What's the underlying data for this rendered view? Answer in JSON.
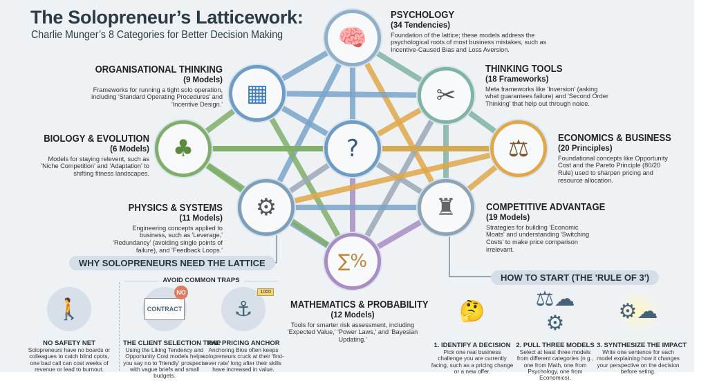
{
  "header": {
    "title": "The Solopreneur’s Latticework:",
    "subtitle": "Charlie Munger’s 8 Categories for Better Decision Making"
  },
  "categories": [
    {
      "key": "psychology",
      "title": "PSYCHOLOGY",
      "count": "(34 Tendencies)",
      "desc": "Foundation of the lattice; these models address the psychological roots of most business mistakes, such as Incentive-Caused Bias and Loss Aversion.",
      "icon": "brain-gears-icon",
      "color": "#8fb0c8"
    },
    {
      "key": "organisational",
      "title": "ORGANISATIONAL THINKING",
      "count": "(9 Models)",
      "desc": "Frameworks for running a tight solo operation, including 'Standard Operating Procedures' and 'Incentive Design.'",
      "icon": "flowchart-blueprint-icon",
      "color": "#6f9cc4"
    },
    {
      "key": "thinking",
      "title": "THINKING TOOLS",
      "count": "(18 Frameworks)",
      "desc": "Meta frameworks like 'Inversion' (asking what guarantees failure) and 'Second Order Thinking' that help out through noiee.",
      "icon": "tools-icon",
      "color": "#7fb3a4"
    },
    {
      "key": "biology",
      "title": "BIOLOGY & EVOLUTION",
      "count": "(6 Models)",
      "desc": "Models for staying relevent, such as 'Niche Competition' and 'Adaptation' to shifting fitness landscapes.",
      "icon": "tree-dna-icon",
      "color": "#7fae6a"
    },
    {
      "key": "economics",
      "title": "ECONOMICS & BUSINESS",
      "count": "(20 Principles)",
      "desc": "Foundational concepts like Opportunity Cost and the Pareto Principle (80/20 Rule) used to sharpen pricing and resource allocation.",
      "icon": "scales-icon",
      "color": "#e0a84a"
    },
    {
      "key": "physics",
      "title": "PHYSICS & SYSTEMS",
      "count": "(11 Models)",
      "desc": "Engineering concepts applied to business, such as 'Leverage,' 'Redundancy' (avoiding single points of failure), and 'Feedback Loops.'",
      "icon": "lever-gears-icon",
      "color": "#7f9fb8"
    },
    {
      "key": "competitive",
      "title": "COMPETITIVE ADVANTAGE",
      "count": "(19 Models)",
      "desc": "Strategies for building 'Economic Moats' and understanding 'Switching Costs' to make price comparison irrelevant.",
      "icon": "castle-icon",
      "color": "#8ea3b3"
    },
    {
      "key": "math",
      "title": "MATHEMATICS & PROBABILITY",
      "count": "(12 Models)",
      "desc": "Tools for smarter risk assessment, including 'Expected Value,' 'Power Laws,' and 'Bayesian Updating.'",
      "icon": "math-dice-icon",
      "color": "#a88cc4"
    }
  ],
  "center": {
    "icon": "thinking-person-icon"
  },
  "why": {
    "label": "WHY SOLOPRENEURS NEED THE LATTICE",
    "traps_label": "AVOID COMMON TRAPS",
    "items": [
      {
        "title": "NO SAFETY NET",
        "desc": "Solopreneurs have no boards or colleagues to catch blind cpots, one bad call can cost weeks of revenue or lead to burnout.",
        "icon": "tightrope-walker-icon"
      },
      {
        "title": "THE CLIENT SELECTION TRAP",
        "desc": "Using the Liking Tendency and Opportunity Cost models helps you say no to 'friendly' prospects with vague briefs and small budgets.",
        "icon": "contract-no-icon",
        "badge": "NO",
        "doc_label": "CONTRACT"
      },
      {
        "title": "THE PRICING ANCHOR",
        "desc": "Anchoring Bios often keeps solopreneurs cruck at their 'first-ever rate' long after their skills have increased in value.",
        "icon": "anchor-icon",
        "tag": "1000"
      }
    ]
  },
  "how": {
    "label": "HOW TO START (THE 'RULE OF 3')",
    "steps": [
      {
        "title": "1. IDENTIFY A DECISION",
        "desc": "Pick one real business challenge you are currently facing, such as a pricing change or a new offer.",
        "icon": "person-flowchart-icon"
      },
      {
        "title": "2. PULL THREE MODELS",
        "desc": "Select at least three models from different categories (n g., one from Math, one from Psychology, one from Economics).",
        "icon": "three-models-icon"
      },
      {
        "title": "3. SYNTHESIZE THE IMPACT",
        "desc": "Write one sentence for each model explaining how it changes your perspective on the decision before seting.",
        "icon": "gears-cloud-icon"
      }
    ]
  }
}
